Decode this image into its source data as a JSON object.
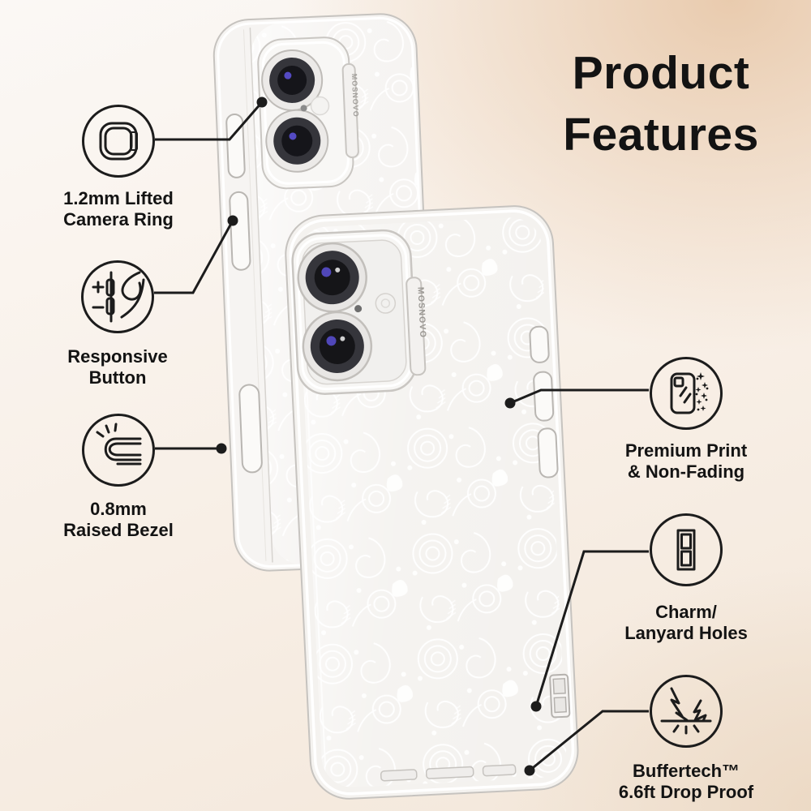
{
  "title": {
    "line1": "Product",
    "line2": "Features"
  },
  "brand": "MOSNOVO",
  "features": [
    {
      "id": "camera-ring",
      "line1": "1.2mm Lifted",
      "line2": "Camera Ring",
      "icon": "camera-ring-icon"
    },
    {
      "id": "responsive-button",
      "line1": "Responsive",
      "line2": "Button",
      "icon": "volume-button-icon"
    },
    {
      "id": "raised-bezel",
      "line1": "0.8mm",
      "line2": "Raised Bezel",
      "icon": "raised-bezel-icon"
    },
    {
      "id": "premium-print",
      "line1": "Premium Print",
      "line2": "& Non-Fading",
      "icon": "sparkle-case-icon"
    },
    {
      "id": "charm-lanyard",
      "line1": "Charm/",
      "line2": "Lanyard Holes",
      "icon": "lanyard-holes-icon"
    },
    {
      "id": "drop-proof",
      "line1": "Buffertech™",
      "line2": "6.6ft Drop Proof",
      "icon": "drop-impact-icon"
    }
  ],
  "colors": {
    "background_peach": "#e9cbae",
    "background_cream": "#f8efe6",
    "connector_line": "#1c1c1c",
    "text": "#131313",
    "case_pattern": "#ffffff"
  }
}
